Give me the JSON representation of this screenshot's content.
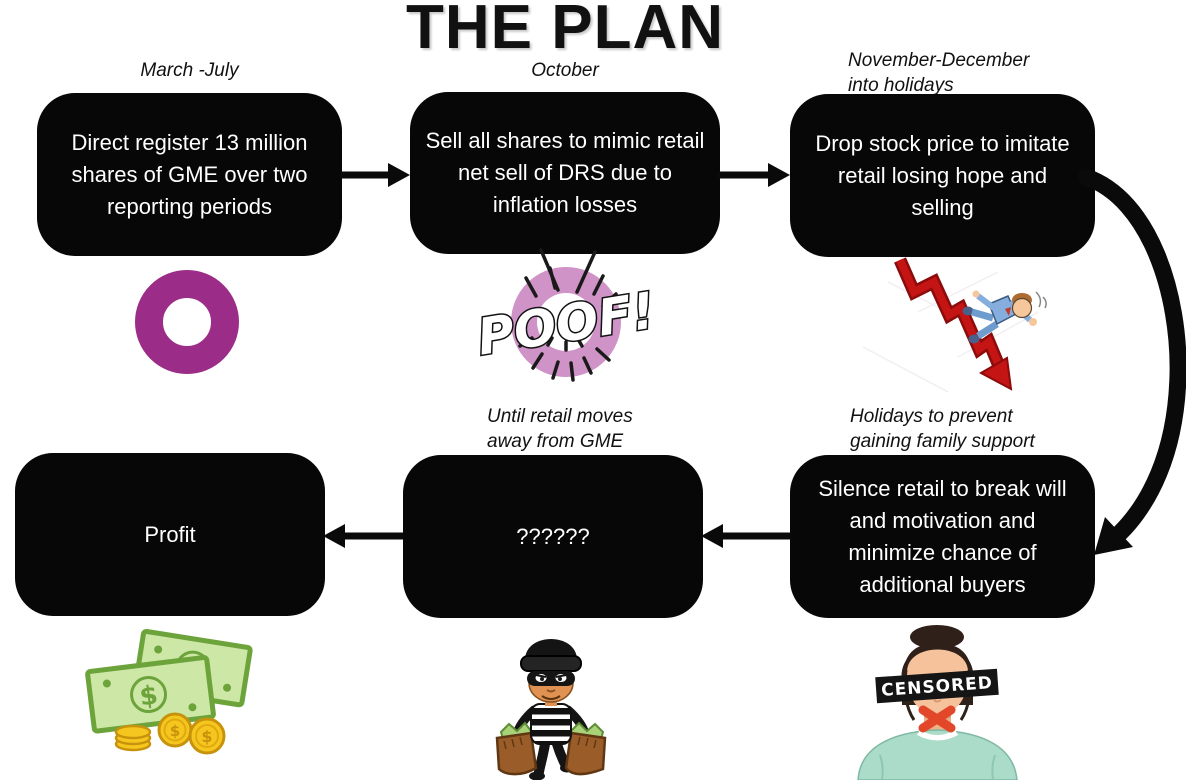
{
  "title": "THE PLAN",
  "steps": [
    {
      "label": "March -July",
      "text": "Direct register 13 million shares of GME over two reporting periods"
    },
    {
      "label": "October",
      "text": "Sell all shares to mimic retail net sell of DRS due to inflation losses"
    },
    {
      "label": "November-December into holidays",
      "text": "Drop stock price to imitate retail losing hope and selling"
    },
    {
      "label": "Holidays to prevent gaining family support",
      "text": "Silence retail to break will and motivation and minimize chance of additional buyers"
    },
    {
      "label": "Until retail moves away from GME",
      "text": "??????"
    },
    {
      "label": "",
      "text": "Profit"
    }
  ],
  "illustrations": {
    "ring_icon": "computershare-ring-icon",
    "poof_icon": "poof-burst-icon",
    "poof_text": "POOF!",
    "crash_icon": "stock-crash-falling-man-icon",
    "money_icon": "cash-and-coins-icon",
    "burglar_icon": "burglar-with-money-bags-icon",
    "censored_icon": "censored-person-icon",
    "censored_text": "CENSORED"
  },
  "colors": {
    "box_black": "#070707",
    "box_text": "#ffffff",
    "ring_purple": "#9b2c87",
    "poof_pink": "#cf93c7",
    "crash_red": "#c41414",
    "bill_green": "#cde7a6",
    "bill_border_green": "#6ca33a",
    "coin_gold": "#f5c71e",
    "bag_brown": "#9a5c28",
    "shirt_teal": "#abdcca",
    "censor_x_red": "#e2472a"
  }
}
